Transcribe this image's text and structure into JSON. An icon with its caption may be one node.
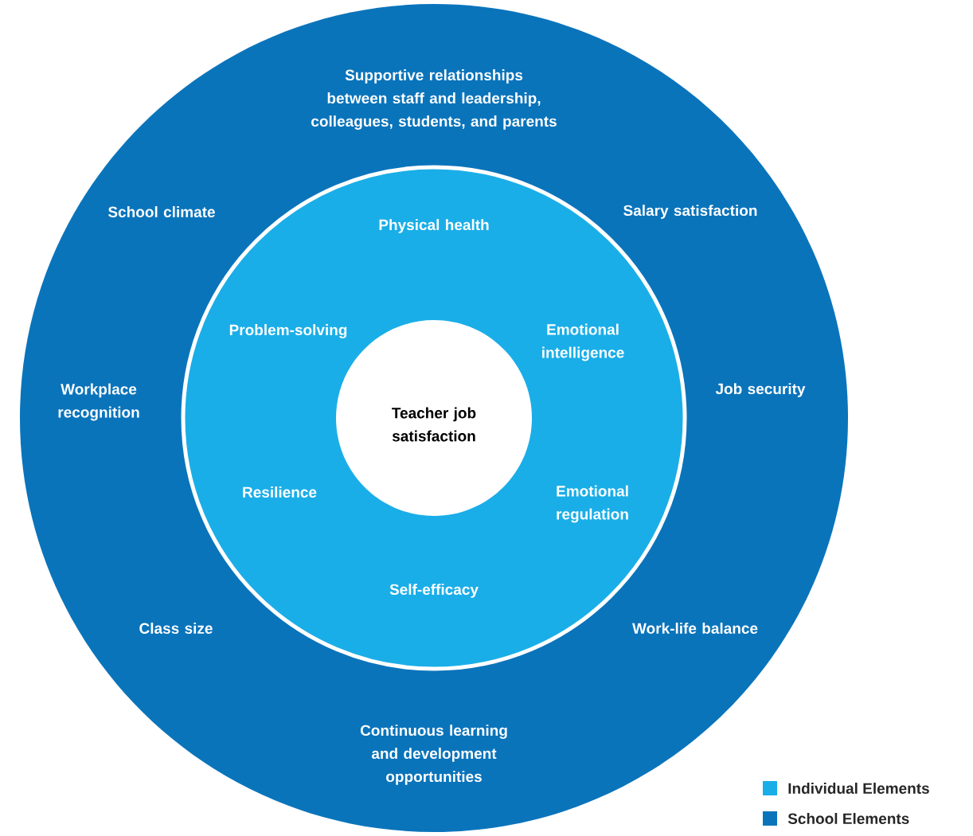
{
  "diagram": {
    "nodes": [
      {
        "text": [
          "Supportive relationships between staff and leadership, colleagues, students, and parents",
          "School climate",
          "Salary satisfaction",
          "Workplace recognition",
          "Job security",
          "Class size",
          "Work-life balance",
          "Continuous learning and development opportunities"
        ]
      },
      {
        "text": [
          "Physical health",
          "Problem-solving",
          "Emotional intelligence",
          "Resilience",
          "Emotional regulation",
          "Self-efficacy"
        ],
        "in": 0
      },
      {
        "text": [
          "Teacher job satisfaction"
        ],
        "in": 1
      }
    ],
    "legend": [
      {
        "text": "Individual Elements",
        "color": "#1aaee8"
      },
      {
        "text": "School Elements",
        "color": "#0a74bb"
      }
    ]
  }
}
